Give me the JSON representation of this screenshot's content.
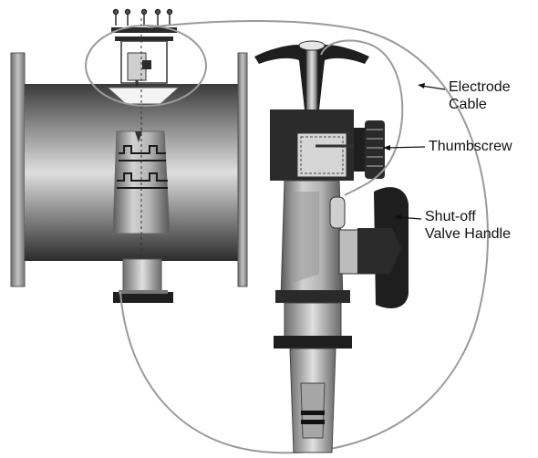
{
  "labels": {
    "electrode_cable": [
      "Electrode",
      "Cable"
    ],
    "thumbscrew": "Thumbscrew",
    "shutoff_valve_handle": [
      "Shut-off",
      "Valve Handle"
    ]
  },
  "colors": {
    "pipe_dark": "#3a3a3a",
    "pipe_light": "#d8d8d8",
    "flange": "#9a9a9a",
    "knob_black": "#1e1e1e",
    "callout_line": "#9a9a9a",
    "leader": "#111111"
  }
}
